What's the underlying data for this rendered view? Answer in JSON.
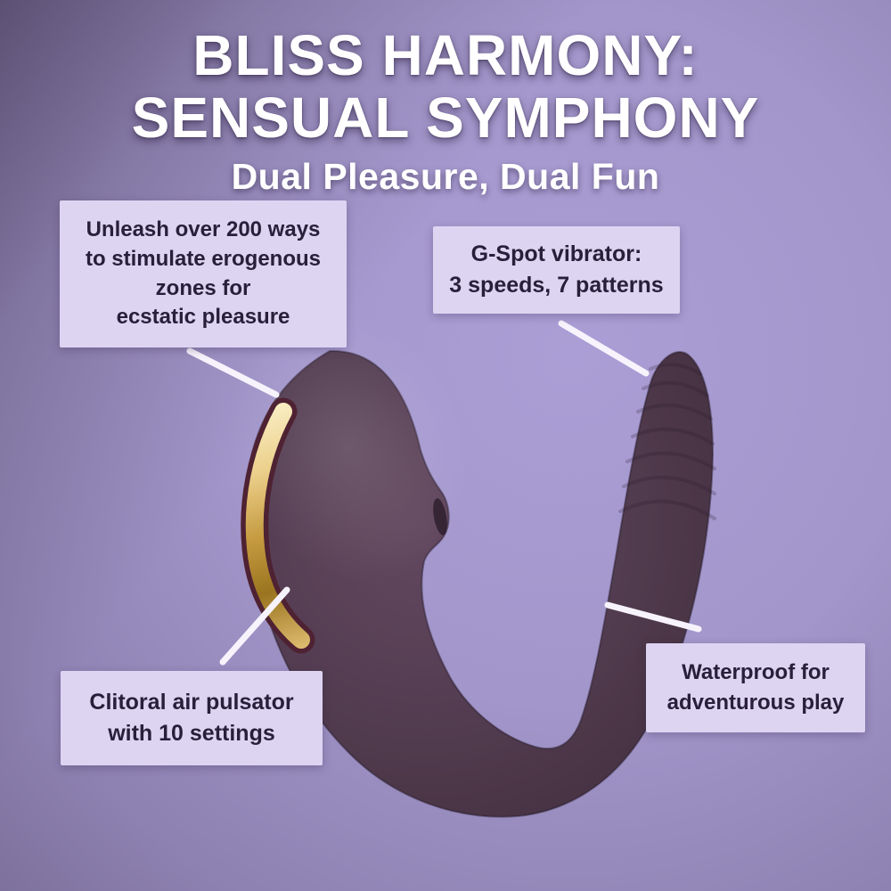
{
  "title": {
    "line1": "BLISS HARMONY:",
    "line2": "SENSUAL SYMPHONY",
    "subtitle": "Dual Pleasure, Dual Fun"
  },
  "callouts": {
    "modes": {
      "lines": [
        "Unleash over 200 ways",
        "to stimulate erogenous",
        "zones for",
        "ecstatic pleasure"
      ]
    },
    "gspot": {
      "lines": [
        "G-Spot vibrator:",
        "3 speeds, 7 patterns"
      ]
    },
    "clitoral": {
      "lines": [
        "Clitoral air pulsator",
        "with 10 settings"
      ]
    },
    "waterproof": {
      "lines": [
        "Waterproof for",
        "adventurous play"
      ]
    }
  },
  "product": {
    "description": "Purple dual-stimulation vibrator with suction nozzle, ridged G-spot arm and gold accent band"
  },
  "colors": {
    "background_light": "#ab9ed6",
    "background_dark": "#5d5070",
    "box_fill": "#ddd4f2",
    "box_text": "#281f3a",
    "title_text": "#ffffff",
    "connector_line": "#f7f3fc",
    "product_body": "#533c51",
    "product_accent_gold": "#d9b25f"
  }
}
